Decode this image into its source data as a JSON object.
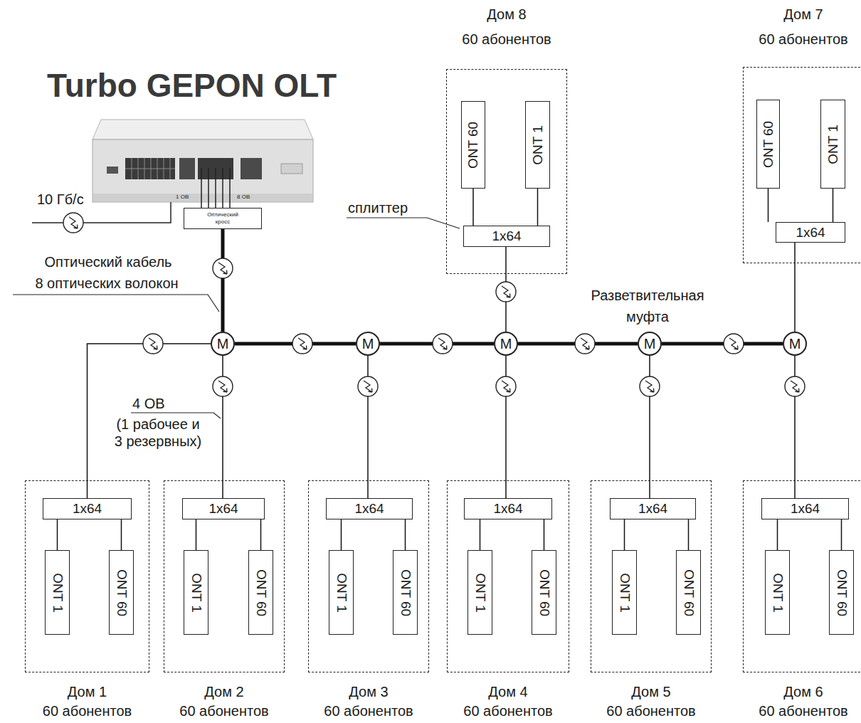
{
  "diagram": {
    "title": "Turbo GEPON OLT",
    "nodes": [
      {
        "text": [
          "Оптический кросс"
        ]
      },
      {
        "text": [
          "Дом 8",
          "60 абонентов"
        ]
      },
      {
        "text": [
          "ONT 60"
        ],
        "in": 1
      },
      {
        "text": [
          "ONT 1"
        ],
        "in": 1
      },
      {
        "text": [
          "1x64"
        ],
        "in": 1
      },
      {
        "text": [
          "Дом 7",
          "60 абонентов"
        ]
      },
      {
        "text": [
          "ONT 60"
        ],
        "in": 5
      },
      {
        "text": [
          "ONT 1"
        ],
        "in": 5
      },
      {
        "text": [
          "1x64"
        ],
        "in": 5
      },
      {
        "text": [
          "M"
        ]
      },
      {
        "text": [
          "M"
        ]
      },
      {
        "text": [
          "M"
        ]
      },
      {
        "text": [
          "M"
        ]
      },
      {
        "text": [
          "M"
        ]
      },
      {
        "text": [
          "Дом 1",
          "60 абонентов"
        ]
      },
      {
        "text": [
          "1x64"
        ],
        "in": 14
      },
      {
        "text": [
          "ONT 1"
        ],
        "in": 14
      },
      {
        "text": [
          "ONT 60"
        ],
        "in": 14
      },
      {
        "text": [
          "Дом 2",
          "60 абонентов"
        ]
      },
      {
        "text": [
          "1x64"
        ],
        "in": 18
      },
      {
        "text": [
          "ONT 1"
        ],
        "in": 18
      },
      {
        "text": [
          "ONT 60"
        ],
        "in": 18
      },
      {
        "text": [
          "Дом 3",
          "60 абонентов"
        ]
      },
      {
        "text": [
          "1x64"
        ],
        "in": 22
      },
      {
        "text": [
          "ONT 1"
        ],
        "in": 22
      },
      {
        "text": [
          "ONT 60"
        ],
        "in": 22
      },
      {
        "text": [
          "Дом 4",
          "60 абонентов"
        ]
      },
      {
        "text": [
          "1x64"
        ],
        "in": 26
      },
      {
        "text": [
          "ONT 1"
        ],
        "in": 26
      },
      {
        "text": [
          "ONT 60"
        ],
        "in": 26
      },
      {
        "text": [
          "Дом 5",
          "60 абонентов"
        ]
      },
      {
        "text": [
          "1x64"
        ],
        "in": 30
      },
      {
        "text": [
          "ONT 1"
        ],
        "in": 30
      },
      {
        "text": [
          "ONT 60"
        ],
        "in": 30
      },
      {
        "text": [
          "Дом 6",
          "60 абонентов"
        ]
      },
      {
        "text": [
          "1x64"
        ],
        "in": 34
      },
      {
        "text": [
          "ONT 1"
        ],
        "in": 34
      },
      {
        "text": [
          "ONT 60"
        ],
        "in": 34
      }
    ],
    "edges": [
      {
        "from": 0,
        "to": 9,
        "arrow": "none"
      },
      {
        "from": 9,
        "to": 10,
        "arrow": "none"
      },
      {
        "from": 10,
        "to": 11,
        "arrow": "none"
      },
      {
        "from": 11,
        "to": 12,
        "arrow": "none"
      },
      {
        "from": 12,
        "to": 13,
        "arrow": "none"
      },
      {
        "from": 11,
        "to": 4,
        "arrow": "none"
      },
      {
        "from": 13,
        "to": 8,
        "arrow": "none"
      },
      {
        "from": 9,
        "to": 15,
        "arrow": "none"
      },
      {
        "from": 9,
        "to": 19,
        "arrow": "none"
      },
      {
        "from": 10,
        "to": 23,
        "arrow": "none"
      },
      {
        "from": 11,
        "to": 27,
        "arrow": "none"
      },
      {
        "from": 12,
        "to": 31,
        "arrow": "none"
      },
      {
        "from": 13,
        "to": 35,
        "arrow": "none"
      },
      {
        "from": 4,
        "to": 2,
        "arrow": "none"
      },
      {
        "from": 4,
        "to": 3,
        "arrow": "none"
      },
      {
        "from": 8,
        "to": 6,
        "arrow": "none"
      },
      {
        "from": 8,
        "to": 7,
        "arrow": "none"
      },
      {
        "from": 15,
        "to": 16,
        "arrow": "none"
      },
      {
        "from": 15,
        "to": 17,
        "arrow": "none"
      },
      {
        "from": 19,
        "to": 20,
        "arrow": "none"
      },
      {
        "from": 19,
        "to": 21,
        "arrow": "none"
      },
      {
        "from": 23,
        "to": 24,
        "arrow": "none"
      },
      {
        "from": 23,
        "to": 25,
        "arrow": "none"
      },
      {
        "from": 27,
        "to": 28,
        "arrow": "none"
      },
      {
        "from": 27,
        "to": 29,
        "arrow": "none"
      },
      {
        "from": 31,
        "to": 32,
        "arrow": "none"
      },
      {
        "from": 31,
        "to": 33,
        "arrow": "none"
      },
      {
        "from": 35,
        "to": 36,
        "arrow": "none"
      },
      {
        "from": 35,
        "to": 37,
        "arrow": "none"
      }
    ],
    "labels": [
      "10 Гб/с",
      "1 ОВ",
      "8 ОВ",
      "Оптический кабель",
      "8 оптических волокон",
      "сплиттер",
      "Разветвительная муфта",
      "4 ОВ",
      "(1 рабочее и",
      "3 резервных)"
    ]
  }
}
